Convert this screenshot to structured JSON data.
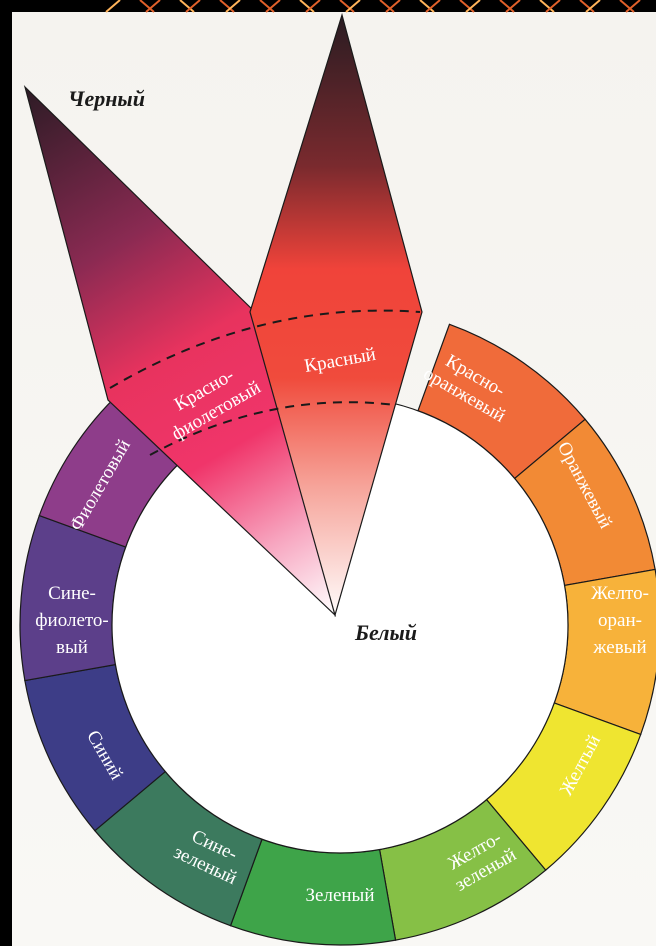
{
  "diagram": {
    "black_label": "Черный",
    "white_label": "Белый",
    "segments": [
      {
        "id": "red",
        "lines": [
          "Красный"
        ],
        "color": "#f04b3c"
      },
      {
        "id": "red-orange",
        "lines": [
          "Красно-",
          "оранжевый"
        ],
        "color": "#f06b3a"
      },
      {
        "id": "orange",
        "lines": [
          "Оранжевый"
        ],
        "color": "#f28a35"
      },
      {
        "id": "yellow-orange",
        "lines": [
          "Желто-",
          "оран-",
          "жевый"
        ],
        "color": "#f7b23a"
      },
      {
        "id": "yellow",
        "lines": [
          "Желтый"
        ],
        "color": "#efe530"
      },
      {
        "id": "yellow-green",
        "lines": [
          "Желто-",
          "зеленый"
        ],
        "color": "#86c046"
      },
      {
        "id": "green",
        "lines": [
          "Зеленый"
        ],
        "color": "#3ea449"
      },
      {
        "id": "blue-green",
        "lines": [
          "Сине-",
          "зеленый"
        ],
        "color": "#3c7a5e"
      },
      {
        "id": "blue",
        "lines": [
          "Синий"
        ],
        "color": "#3d3d87"
      },
      {
        "id": "blue-violet",
        "lines": [
          "Сине-",
          "фиолето-",
          "вый"
        ],
        "color": "#5c3f8a"
      },
      {
        "id": "violet",
        "lines": [
          "Фиолетовый"
        ],
        "color": "#8e3d8a"
      },
      {
        "id": "red-violet",
        "lines": [
          "Красно-",
          "фиолетовый"
        ],
        "color": "#e8335e"
      }
    ]
  }
}
